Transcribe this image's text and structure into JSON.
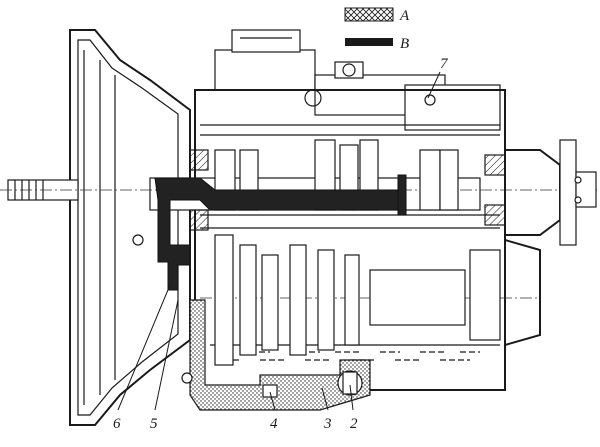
{
  "legend": {
    "items": [
      {
        "key": "A",
        "meaning": ""
      },
      {
        "key": "B",
        "meaning": ""
      }
    ]
  },
  "callouts": [
    {
      "label": "2"
    },
    {
      "label": "3"
    },
    {
      "label": "4"
    },
    {
      "label": "5"
    },
    {
      "label": "6"
    },
    {
      "label": "7"
    }
  ],
  "colors": {
    "line": "#1a1a1a",
    "oil_path": "#222222",
    "background": "#ffffff"
  }
}
